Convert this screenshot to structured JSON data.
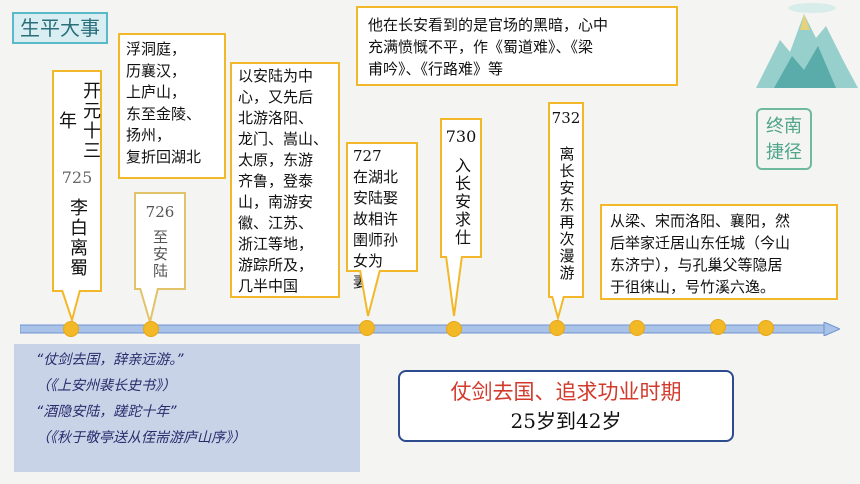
{
  "title": "生平大事",
  "seal_text_1": "终南",
  "seal_text_2": "捷径",
  "events": {
    "e1_text": "开元十三年",
    "e1_year": "725",
    "e1_text2": "李白离蜀",
    "e2_list": [
      "浮洞庭，",
      "历襄汉，",
      "上庐山，",
      "东至金陵、",
      "扬州，",
      "复折回湖北"
    ],
    "e3_year": "726",
    "e3_text": "至安陆",
    "e4_list": [
      "以安陆为中",
      "心，又先后",
      "北游洛阳、",
      "龙门、嵩山、",
      "太原，东游",
      "齐鲁，登泰",
      "山，南游安",
      "徽、江苏、",
      "浙江等地，",
      "游踪所及，",
      "几半中国"
    ],
    "e5_year": "727",
    "e5_list": [
      "在湖北",
      "安陆娶",
      "故相许",
      "圉师孙",
      "女为妻，"
    ],
    "e6_year": "730",
    "e6_text": "入长安求仕",
    "e7_year": "732",
    "e7_text": "离长安东再次漫游",
    "e8_list": [
      "他在长安看到的是官场的黑暗，心中",
      "充满愤慨不平，作《蜀道难》、《梁",
      "甫吟》、《行路难》等"
    ],
    "e9_list": [
      "从梁、宋而洛阳、襄阳，然",
      "后举家迁居山东任城（今山",
      "东济宁），与孔巢父等隐居",
      "于徂徕山，号竹溪六逸。"
    ]
  },
  "quotes": [
    "“仗剑去国，辞亲远游。”",
    "（《上安州裴长史书》）",
    "“酒隐安陆，蹉跎十年”",
    "（《秋于敬亭送从侄耑游庐山序》）"
  ],
  "period": {
    "title": "仗剑去国、追求功业时期",
    "subtitle": "25岁到42岁"
  },
  "colors": {
    "accent": "#f2b829",
    "timeline": "#7a9fd6",
    "period_title": "#d23a2c"
  }
}
